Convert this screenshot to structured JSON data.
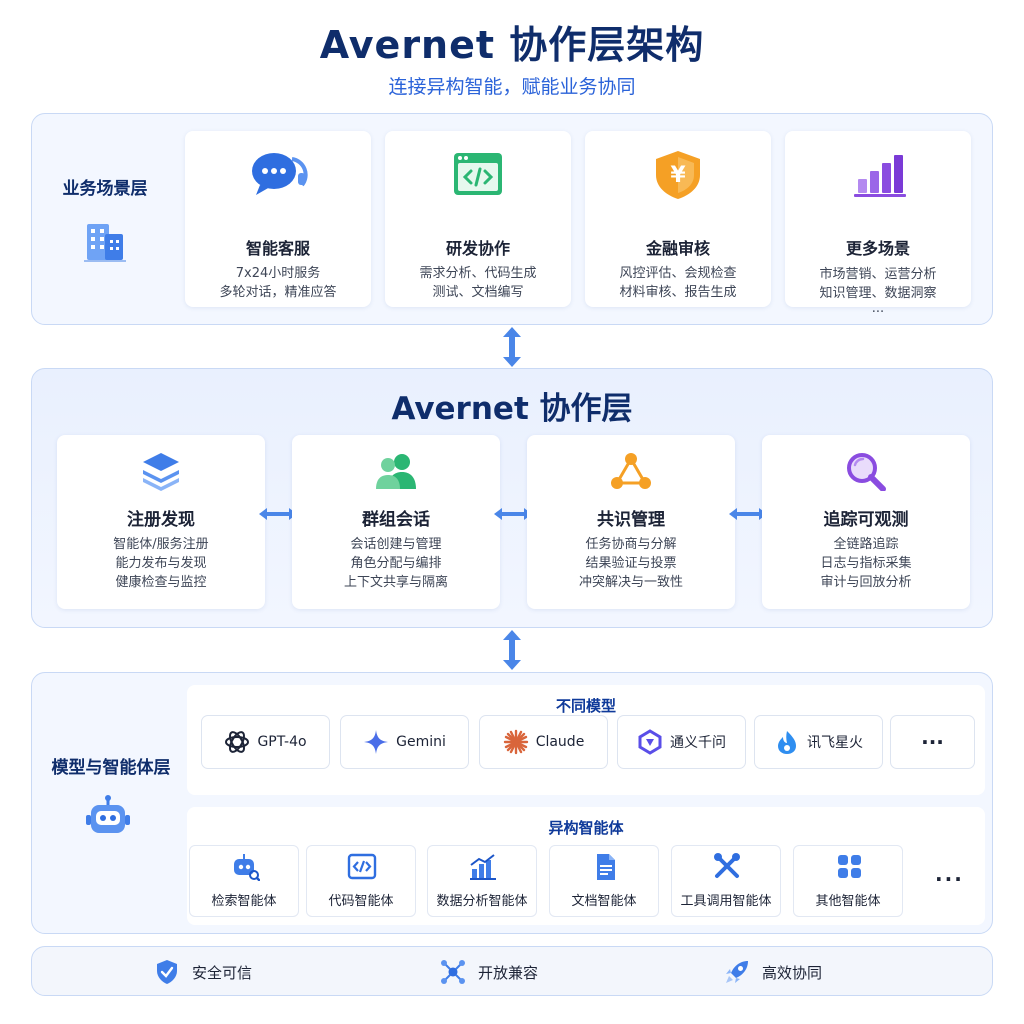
{
  "header": {
    "title": "Avernet 协作层架构",
    "subtitle": "连接异构智能，赋能业务协同"
  },
  "scene_layer": {
    "label": "业务场景层",
    "cards": [
      {
        "title": "智能客服",
        "lines": [
          "7x24小时服务",
          "多轮对话，精准应答"
        ]
      },
      {
        "title": "研发协作",
        "lines": [
          "需求分析、代码生成",
          "测试、文档编写"
        ]
      },
      {
        "title": "金融审核",
        "lines": [
          "风控评估、会规检查",
          "材料审核、报告生成"
        ]
      },
      {
        "title": "更多场景",
        "lines": [
          "市场营销、运营分析",
          "知识管理、数据洞察",
          "..."
        ]
      }
    ]
  },
  "collab_layer": {
    "title": "Avernet 协作层",
    "cards": [
      {
        "title": "注册发现",
        "lines": [
          "智能体/服务注册",
          "能力发布与发现",
          "健康检查与监控"
        ]
      },
      {
        "title": "群组会话",
        "lines": [
          "会话创建与管理",
          "角色分配与编排",
          "上下文共享与隔离"
        ]
      },
      {
        "title": "共识管理",
        "lines": [
          "任务协商与分解",
          "结果验证与投票",
          "冲突解决与一致性"
        ]
      },
      {
        "title": "追踪可观测",
        "lines": [
          "全链路追踪",
          "日志与指标采集",
          "审计与回放分析"
        ]
      }
    ]
  },
  "model_layer": {
    "label": "模型与智能体层",
    "models_title": "不同模型",
    "models": [
      "GPT-4o",
      "Gemini",
      "Claude",
      "通义千问",
      "讯飞星火"
    ],
    "agents_title": "异构智能体",
    "agents": [
      "检索智能体",
      "代码智能体",
      "数据分析智能体",
      "文档智能体",
      "工具调用智能体",
      "其他智能体"
    ],
    "more": "···"
  },
  "footer": {
    "features": [
      "安全可信",
      "开放兼容",
      "高效协同"
    ]
  },
  "colors": {
    "primary": "#0f2d6b",
    "accent": "#2b63d9",
    "arrow": "#4a86e8",
    "orange": "#f5a025",
    "purple": "#8a4ce0",
    "green": "#2bb673"
  }
}
